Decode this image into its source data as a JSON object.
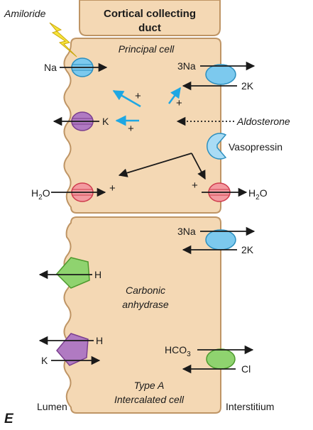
{
  "header": {
    "drug": "Amiloride",
    "title_line1": "Cortical collecting",
    "title_line2": "duct"
  },
  "principal_cell": {
    "title": "Principal cell",
    "na_label": "Na",
    "k_label": "K",
    "h2o_left_base": "H",
    "h2o_left_sub": "2",
    "h2o_left_tail": "O",
    "pump_na": "3Na",
    "pump_k": "2K",
    "h2o_right_base": "H",
    "h2o_right_sub": "2",
    "h2o_right_tail": "O",
    "aldosterone": "Aldosterone",
    "vasopressin": "Vasopressin",
    "plus": "+"
  },
  "intercalated_cell": {
    "pump_na": "3Na",
    "pump_k": "2K",
    "h_top": "H",
    "enzyme_line1": "Carbonic",
    "enzyme_line2": "anhydrase",
    "h_bottom": "H",
    "k_label": "K",
    "hco3_base": "HCO",
    "hco3_sub": "3",
    "cl_label": "Cl",
    "title_line1": "Type A",
    "title_line2": "Intercalated cell"
  },
  "footer": {
    "panel_letter": "E",
    "lumen": "Lumen",
    "interstitium": "Interstitium"
  },
  "colors": {
    "cell_fill": "#f4d8b4",
    "cell_stroke": "#bf9565",
    "channel_blue": "#7cc9ee",
    "channel_purple": "#b07ac2",
    "channel_red": "#f39aa0",
    "pump_blue": "#7cc9ee",
    "green": "#8fd36f",
    "cyan_arrow": "#1ea7e3",
    "bolt": "#f7e43a"
  }
}
